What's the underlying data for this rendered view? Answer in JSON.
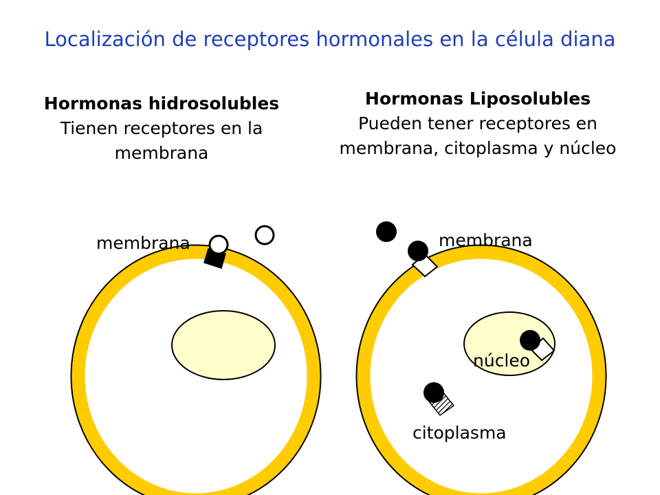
{
  "title": "Localización de receptores hormonales en la célula diana",
  "left": {
    "heading": "Hormonas hidrosolubles",
    "line1": "Tienen receptores en la",
    "line2": "membrana",
    "membrane_label": "membrana"
  },
  "right": {
    "heading": "Hormonas Liposolubles",
    "line1": "Pueden tener receptores en",
    "line2": "membrana, citoplasma y núcleo",
    "membrane_label": "membrana",
    "nucleus_label": "núcleo",
    "cytoplasm_label": "citoplasma"
  },
  "colors": {
    "title": "#1f3fb5",
    "membrane": "#ffcc00",
    "nucleus": "#ffffcc",
    "hormone_lipo": "#000000",
    "outline": "#000000"
  }
}
